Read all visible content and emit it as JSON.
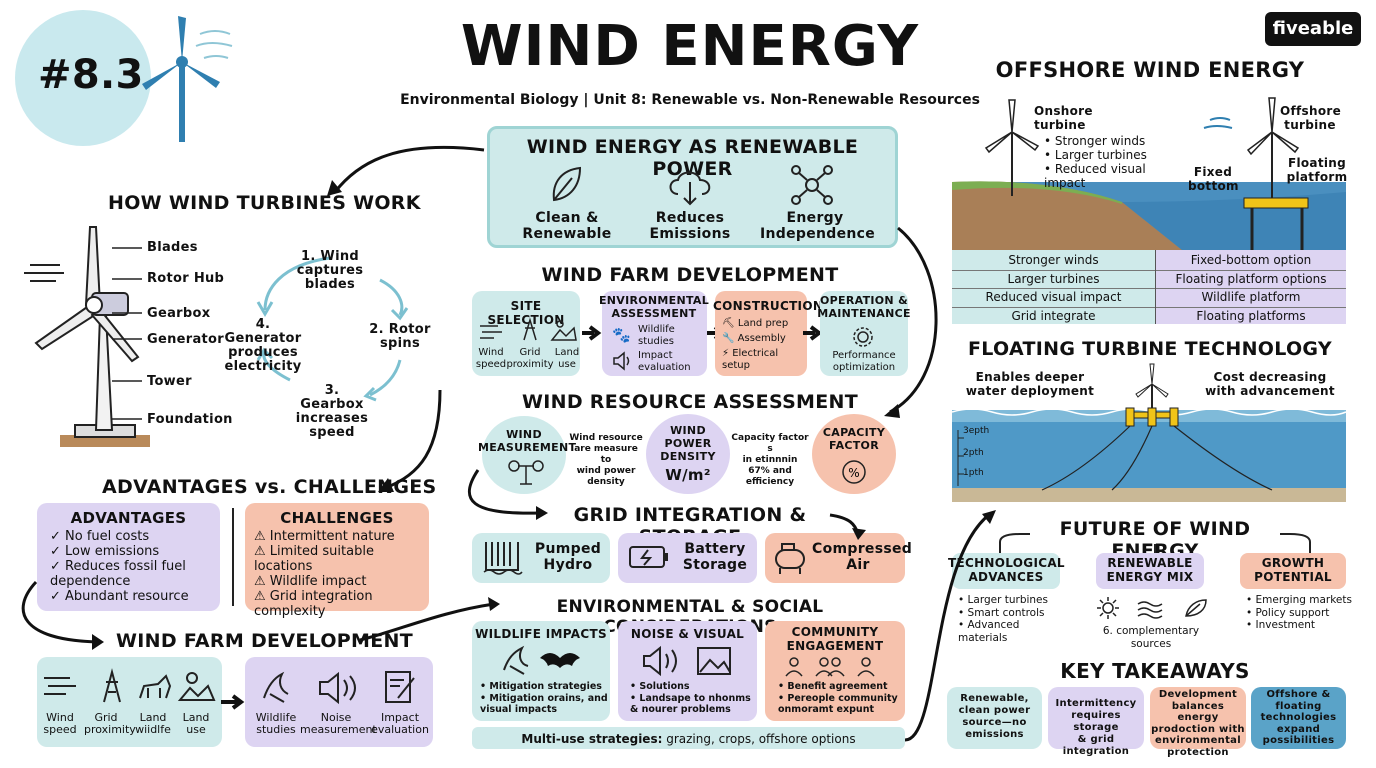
{
  "badge": {
    "number": "#8.3"
  },
  "brand": {
    "name": "fiveable"
  },
  "header": {
    "title": "WIND ENERGY",
    "subtitle": "Environmental Biology | Unit 8: Renewable vs. Non-Renewable Resources"
  },
  "renewable_power": {
    "title": "WIND ENERGY AS RENEWABLE POWER",
    "items": [
      "Clean &\nRenewable",
      "Reduces\nEmissions",
      "Energy\nIndependence"
    ]
  },
  "how_turbines": {
    "title": "HOW WIND TURBINES WORK",
    "parts": [
      "Blades",
      "Rotor Hub",
      "Gearbox",
      "Generator",
      "Tower",
      "Foundation"
    ],
    "steps": [
      "1. Wind\ncaptures\nblades",
      "2. Rotor\nspins",
      "3. Gearbox\nincreases\nspeed",
      "4. Generator\nproduces\nelectricity"
    ]
  },
  "wind_farm_dev_center": {
    "title": "WIND FARM DEVELOPMENT",
    "site": {
      "title": "SITE SELECTION",
      "items": [
        "Wind\nspeed",
        "Grid\nproximity",
        "Land\nuse"
      ]
    },
    "env": {
      "title": "ENVIRONMENTAL\nASSESSMENT",
      "items": [
        "Wildlife\nstudies",
        "Impact\nevaluation"
      ]
    },
    "construction": {
      "title": "CONSTRUCTION",
      "items": [
        "Land prep",
        "Assembly",
        "Electrical\nsetup"
      ]
    },
    "operation": {
      "title": "OPERATION &\nMAINTENANCE",
      "items": [
        "Performance\noptimization"
      ]
    }
  },
  "resource": {
    "title": "WIND RESOURCE ASSESSMENT",
    "measurement": "WIND\nMEASUREMENT",
    "measurement_note": "Wind resource\nare measure to\nwind power\ndensity",
    "density": "WIND\nPOWER\nDENSITY",
    "density_unit": "W/m²",
    "capacity_note": "Capacity factor s\nin etinnnin\n67% and\nefficiency",
    "capacity": "CAPACITY\nFACTOR"
  },
  "grid": {
    "title": "GRID INTEGRATION & STORAGE",
    "items": [
      "Pumped\nHydro",
      "Battery\nStorage",
      "Compressed\nAir"
    ]
  },
  "env_social": {
    "title": "ENVIRONMENTAL & SOCIAL CONSIDERATIONS",
    "wildlife": {
      "title": "WILDLIFE IMPACTS",
      "items": [
        "Mitigation strategies",
        "Mitigation orains, and\nvisual impacts"
      ]
    },
    "noise": {
      "title": "NOISE & VISUAL",
      "items": [
        "Solutions",
        "Landsape to nhonms\n& nourer problems"
      ]
    },
    "community": {
      "title": "COMMUNITY\nENGAGEMENT",
      "items": [
        "Benefit agreement",
        "Pereople community\nonmoramt expunt"
      ]
    },
    "multiuse_bold": "Multi-use strategies:",
    "multiuse_text": " grazing, crops, offshore options"
  },
  "adv_chal": {
    "title": "ADVANTAGES vs. CHALLENGES",
    "advantages_title": "ADVANTAGES",
    "advantages": [
      "No fuel costs",
      "Low emissions",
      "Reduces fossil fuel\ndependence",
      "Abundant resource"
    ],
    "challenges_title": "CHALLENGES",
    "challenges": [
      "Intermittent nature",
      "Limited suitable locations",
      "Wildlife impact",
      "Grid integration\ncomplexity"
    ]
  },
  "wind_farm_dev_left": {
    "title": "WIND FARM DEVELOPMENT",
    "site_items": [
      "Wind\nspeed",
      "Grid\nproximity",
      "Land\nwiidlfe",
      "Land\nuse"
    ],
    "env_items": [
      "Wildlife\nstudies",
      "Noise\nmeasurement",
      "Impact\nevaluation"
    ]
  },
  "offshore": {
    "title": "OFFSHORE WIND ENERGY",
    "onshore_label": "Onshore\nturbine",
    "onshore_points": [
      "Stronger winds",
      "Larger turbines",
      "Reduced visual\nimpact"
    ],
    "offshore_label": "Offshore\nturbine",
    "fixed_label": "Fixed\nbottom",
    "floating_label": "Floating\nplatform",
    "table_left": [
      "Stronger winds",
      "Larger turbines",
      "Reduced visual impact",
      "Grid integrate"
    ],
    "table_right": [
      "Fixed-bottom option",
      "Floating platform options",
      "Wildlife platform",
      "Floating platforms"
    ]
  },
  "floating": {
    "title": "FLOATING TURBINE TECHNOLOGY",
    "left_note": "Enables deeper\nwater deployment",
    "right_note": "Cost decreasing\nwith advancement",
    "depths": [
      "3epth",
      "2pth",
      "1pth"
    ]
  },
  "future": {
    "title": "FUTURE OF WIND ENERGY",
    "tech": {
      "title": "TECHNOLOGICAL\nADVANCES",
      "items": [
        "Larger turbines",
        "Smart controls",
        "Advanced materials"
      ]
    },
    "mix": {
      "title": "RENEWABLE\nENERGY MIX",
      "note": "6. complementary\nsources"
    },
    "growth": {
      "title": "GROWTH\nPOTENTIAL",
      "items": [
        "Emerging markets",
        "Policy support",
        "Investment"
      ]
    }
  },
  "takeaways": {
    "title": "KEY TAKEAWAYS",
    "items": [
      "Renewable,\nclean power\nsource—no\nemissions",
      "Intermittency\nrequires storage\n& grid integration",
      "Development\nbalances energy\nprodoction with\nenvironmental\nprotection",
      "Offshore &\nfloating\ntechnologies\nexpand\npossibilities"
    ]
  },
  "colors": {
    "teal": "#cfeaea",
    "purple": "#ddd4f2",
    "salmon": "#f6c2ad",
    "blue": "#5aa3c8",
    "turbine_blue": "#2f7fb0"
  }
}
